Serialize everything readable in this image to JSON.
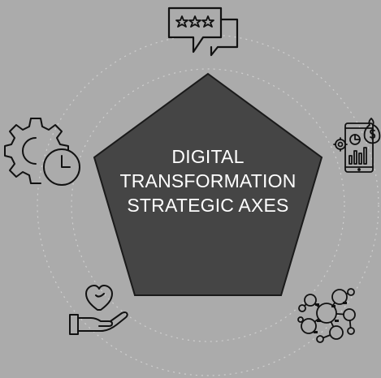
{
  "title": {
    "lines": [
      "DIGITAL",
      "TRANSFORMATION",
      "STRATEGIC AXES"
    ]
  },
  "colors": {
    "background": "#ababab",
    "pentagon": "#454545",
    "pentagon_stroke": "#1a1a1a",
    "title_text": "#ffffff",
    "icon_stroke": "#111111",
    "guide_circle": "#cfcfcf"
  },
  "icons": [
    "review-rating-icon",
    "financial-dashboard-icon",
    "network-nodes-icon",
    "care-hand-heart-icon",
    "gear-clock-icon"
  ]
}
